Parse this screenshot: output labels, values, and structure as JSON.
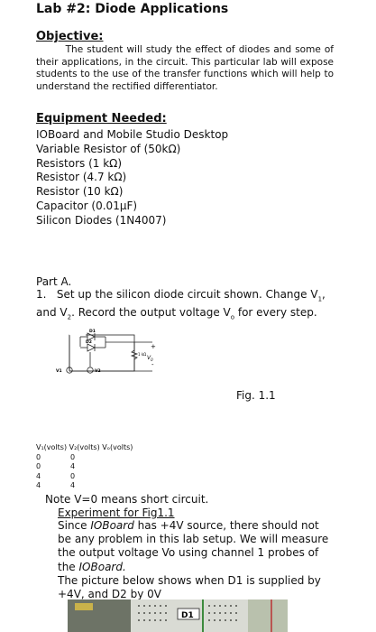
{
  "title": "Lab #2: Diode Applications",
  "objective": {
    "heading": "Objective:",
    "text": "The student will study the effect of diodes and some of their applications, in the circuit. This particular lab will expose students to the use of the transfer functions which will help to understand the rectified differentiator."
  },
  "equipment": {
    "heading": "Equipment Needed:",
    "items": [
      "IOBoard and Mobile Studio Desktop",
      "Variable Resistor of (50kΩ)",
      "Resistors (1 kΩ)",
      "Resistor (4.7 kΩ)",
      "Resistor (10 kΩ)",
      "Capacitor (0.01µF)",
      "Silicon Diodes (1N4007)"
    ]
  },
  "part_a": {
    "label": "Part A.",
    "step_number": "1.",
    "step_pre": "Set up the silicon diode circuit shown. Change V",
    "sub1": "1",
    "step_mid1": ", and V",
    "sub2": "2",
    "step_mid2": ". Record the output voltage V",
    "subo": "o",
    "step_post": " for every step."
  },
  "circuit": {
    "d1": "D1",
    "d2": "D2",
    "v1": "V1",
    "v2": "V2",
    "resistor": "1 kΩ",
    "plus": "+",
    "minus": "-",
    "vo_v": "V",
    "vo_sub": "0"
  },
  "figure_caption": "Fig. 1.1",
  "table": {
    "header": "V₁(volts) V₂(volts) Vₒ(volts)",
    "rows": [
      [
        "0",
        "0",
        ""
      ],
      [
        "0",
        "4",
        ""
      ],
      [
        "4",
        "0",
        ""
      ],
      [
        "4",
        "4",
        ""
      ]
    ]
  },
  "note": "Note V=0 means short circuit.",
  "experiment_link": "Experiment for Fig1.1",
  "experiment_text_1_pre": "Since ",
  "experiment_text_1_em": "IOBoard",
  "experiment_text_1_post": " has +4V source, there should not be any problem in this lab setup. We will measure the output voltage Vo using channel 1 probes of the ",
  "experiment_text_1_em2": "IOBoard.",
  "experiment_text_2": "The picture below shows when D1 is supplied by +4V, and D2 by 0V",
  "photo_label": "D1"
}
